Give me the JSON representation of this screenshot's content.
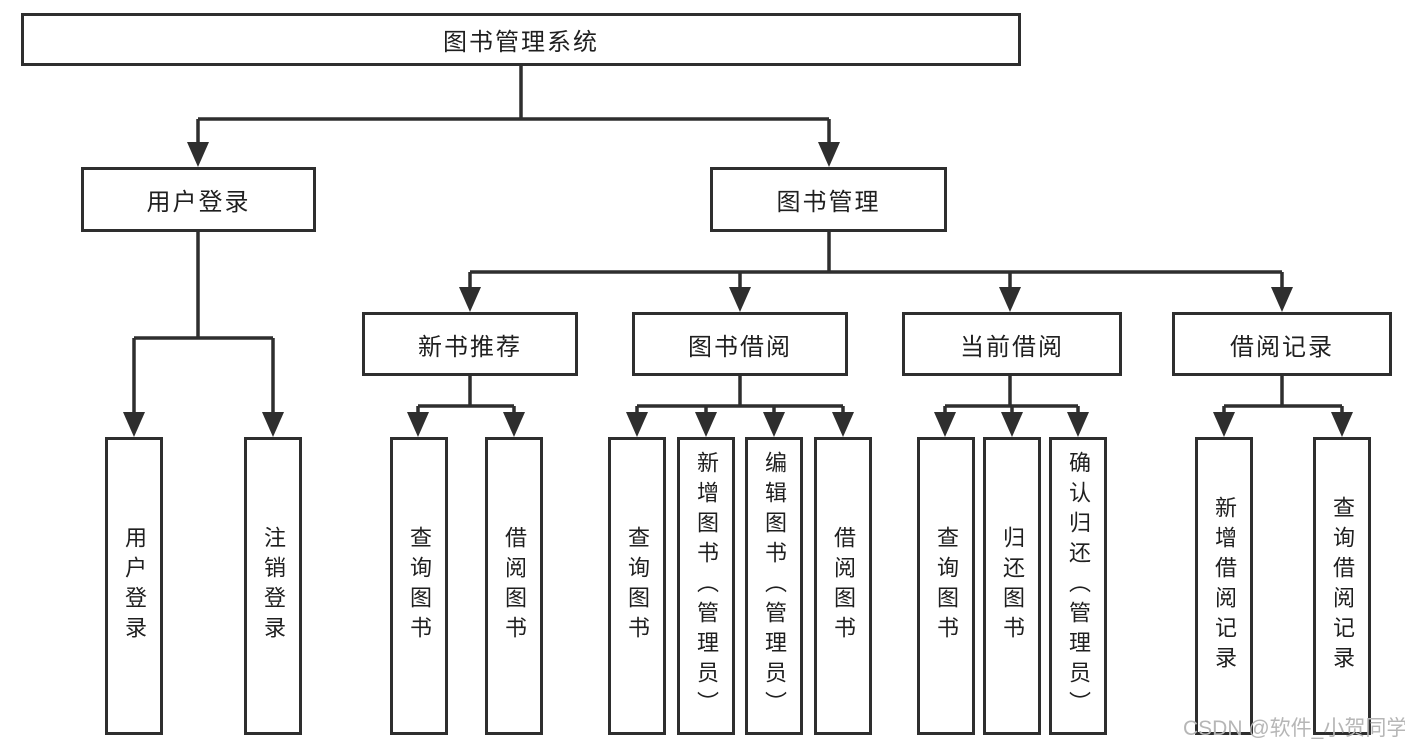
{
  "diagram": {
    "type": "functional-structure-tree",
    "orientation": "top-down",
    "tree": {
      "root": {
        "label": "图书管理系统",
        "children": [
          {
            "label": "用户登录",
            "children": [
              {
                "label": "用户登录"
              },
              {
                "label": "注销登录"
              }
            ]
          },
          {
            "label": "图书管理",
            "children": [
              {
                "label": "新书推荐",
                "children": [
                  {
                    "label": "查询图书"
                  },
                  {
                    "label": "借阅图书"
                  }
                ]
              },
              {
                "label": "图书借阅",
                "children": [
                  {
                    "label": "查询图书"
                  },
                  {
                    "label": "新增图书（管理员）"
                  },
                  {
                    "label": "编辑图书（管理员）"
                  },
                  {
                    "label": "借阅图书"
                  }
                ]
              },
              {
                "label": "当前借阅",
                "children": [
                  {
                    "label": "查询图书"
                  },
                  {
                    "label": "归还图书"
                  },
                  {
                    "label": "确认归还（管理员）"
                  }
                ]
              },
              {
                "label": "借阅记录",
                "children": [
                  {
                    "label": "新增借阅记录"
                  },
                  {
                    "label": "查询借阅记录"
                  }
                ]
              }
            ]
          }
        ]
      }
    },
    "colors": {
      "line": "#2e2e2e",
      "box_border": "#2e2e2e",
      "text": "#1f1f1f",
      "background": "#ffffff",
      "watermark": "#b6b6b6"
    }
  },
  "watermark": {
    "text": "CSDN @软件_小贺同学"
  }
}
